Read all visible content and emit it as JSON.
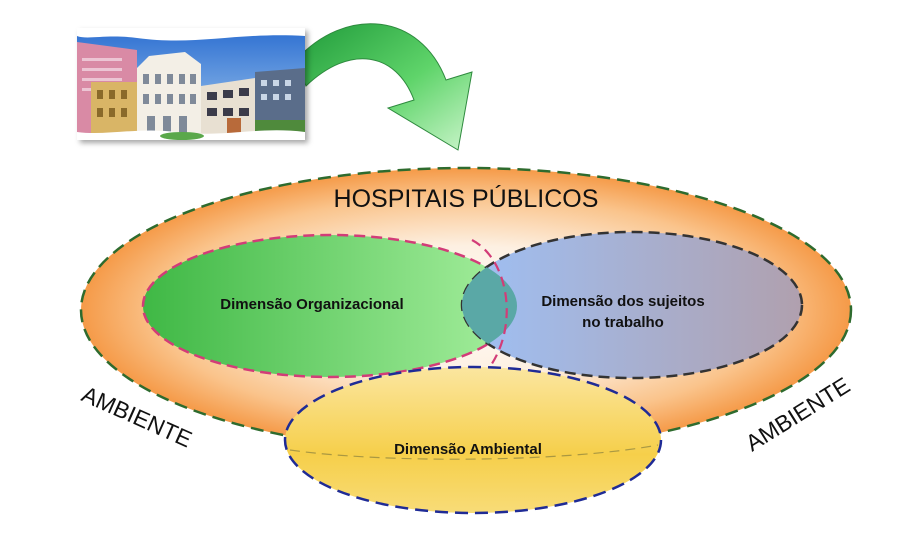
{
  "diagram": {
    "title": "HOSPITAIS PÚBLICOS",
    "outer_label_left": "AMBIENTE",
    "outer_label_right": "AMBIENTE",
    "organizational": {
      "label": "Dimensão Organizacional"
    },
    "subjects": {
      "line1": "Dimensão dos sujeitos",
      "line2": "no trabalho"
    },
    "environmental": {
      "label": "Dimensão Ambiental"
    }
  },
  "colors": {
    "outer_fill_edge": "#f7a152",
    "outer_stroke": "#2e6b2e",
    "green_fill": "#5cc860",
    "green_stroke": "#d23c78",
    "blue_fill": "#8fb0ec",
    "blue_stroke": "#333333",
    "yellow_fill": "#f6d04c",
    "yellow_stroke": "#1f2b96",
    "arrow": "#4fc85a"
  },
  "image": {
    "name": "hospital-buildings-photo"
  }
}
